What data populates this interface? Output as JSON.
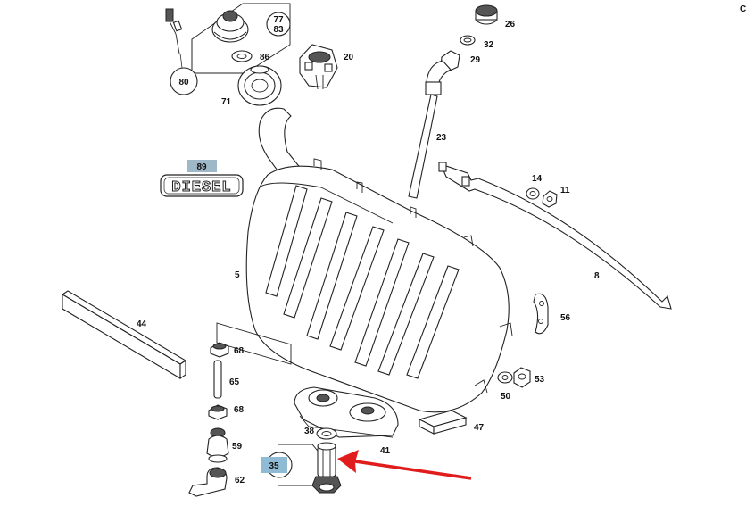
{
  "labels": {
    "p77": "77",
    "p83": "83",
    "p86": "86",
    "p80": "80",
    "p71": "71",
    "p20": "20",
    "p26": "26",
    "p32": "32",
    "p29": "29",
    "p23": "23",
    "p89": "89",
    "badge_text": "DIESEL",
    "p14": "14",
    "p11": "11",
    "p5": "5",
    "p8": "8",
    "p44": "44",
    "p56": "56",
    "p68a": "68",
    "p65": "65",
    "p68b": "68",
    "p53": "53",
    "p50": "50",
    "p47": "47",
    "p38": "38",
    "p59": "59",
    "p41": "41",
    "p35": "35",
    "p62": "62",
    "corner": "C"
  },
  "colors": {
    "highlight_box": "#9fb8c8",
    "highlight_box_35": "#8fbcd4",
    "arrow": "#e01c1c",
    "line": "#222222"
  }
}
